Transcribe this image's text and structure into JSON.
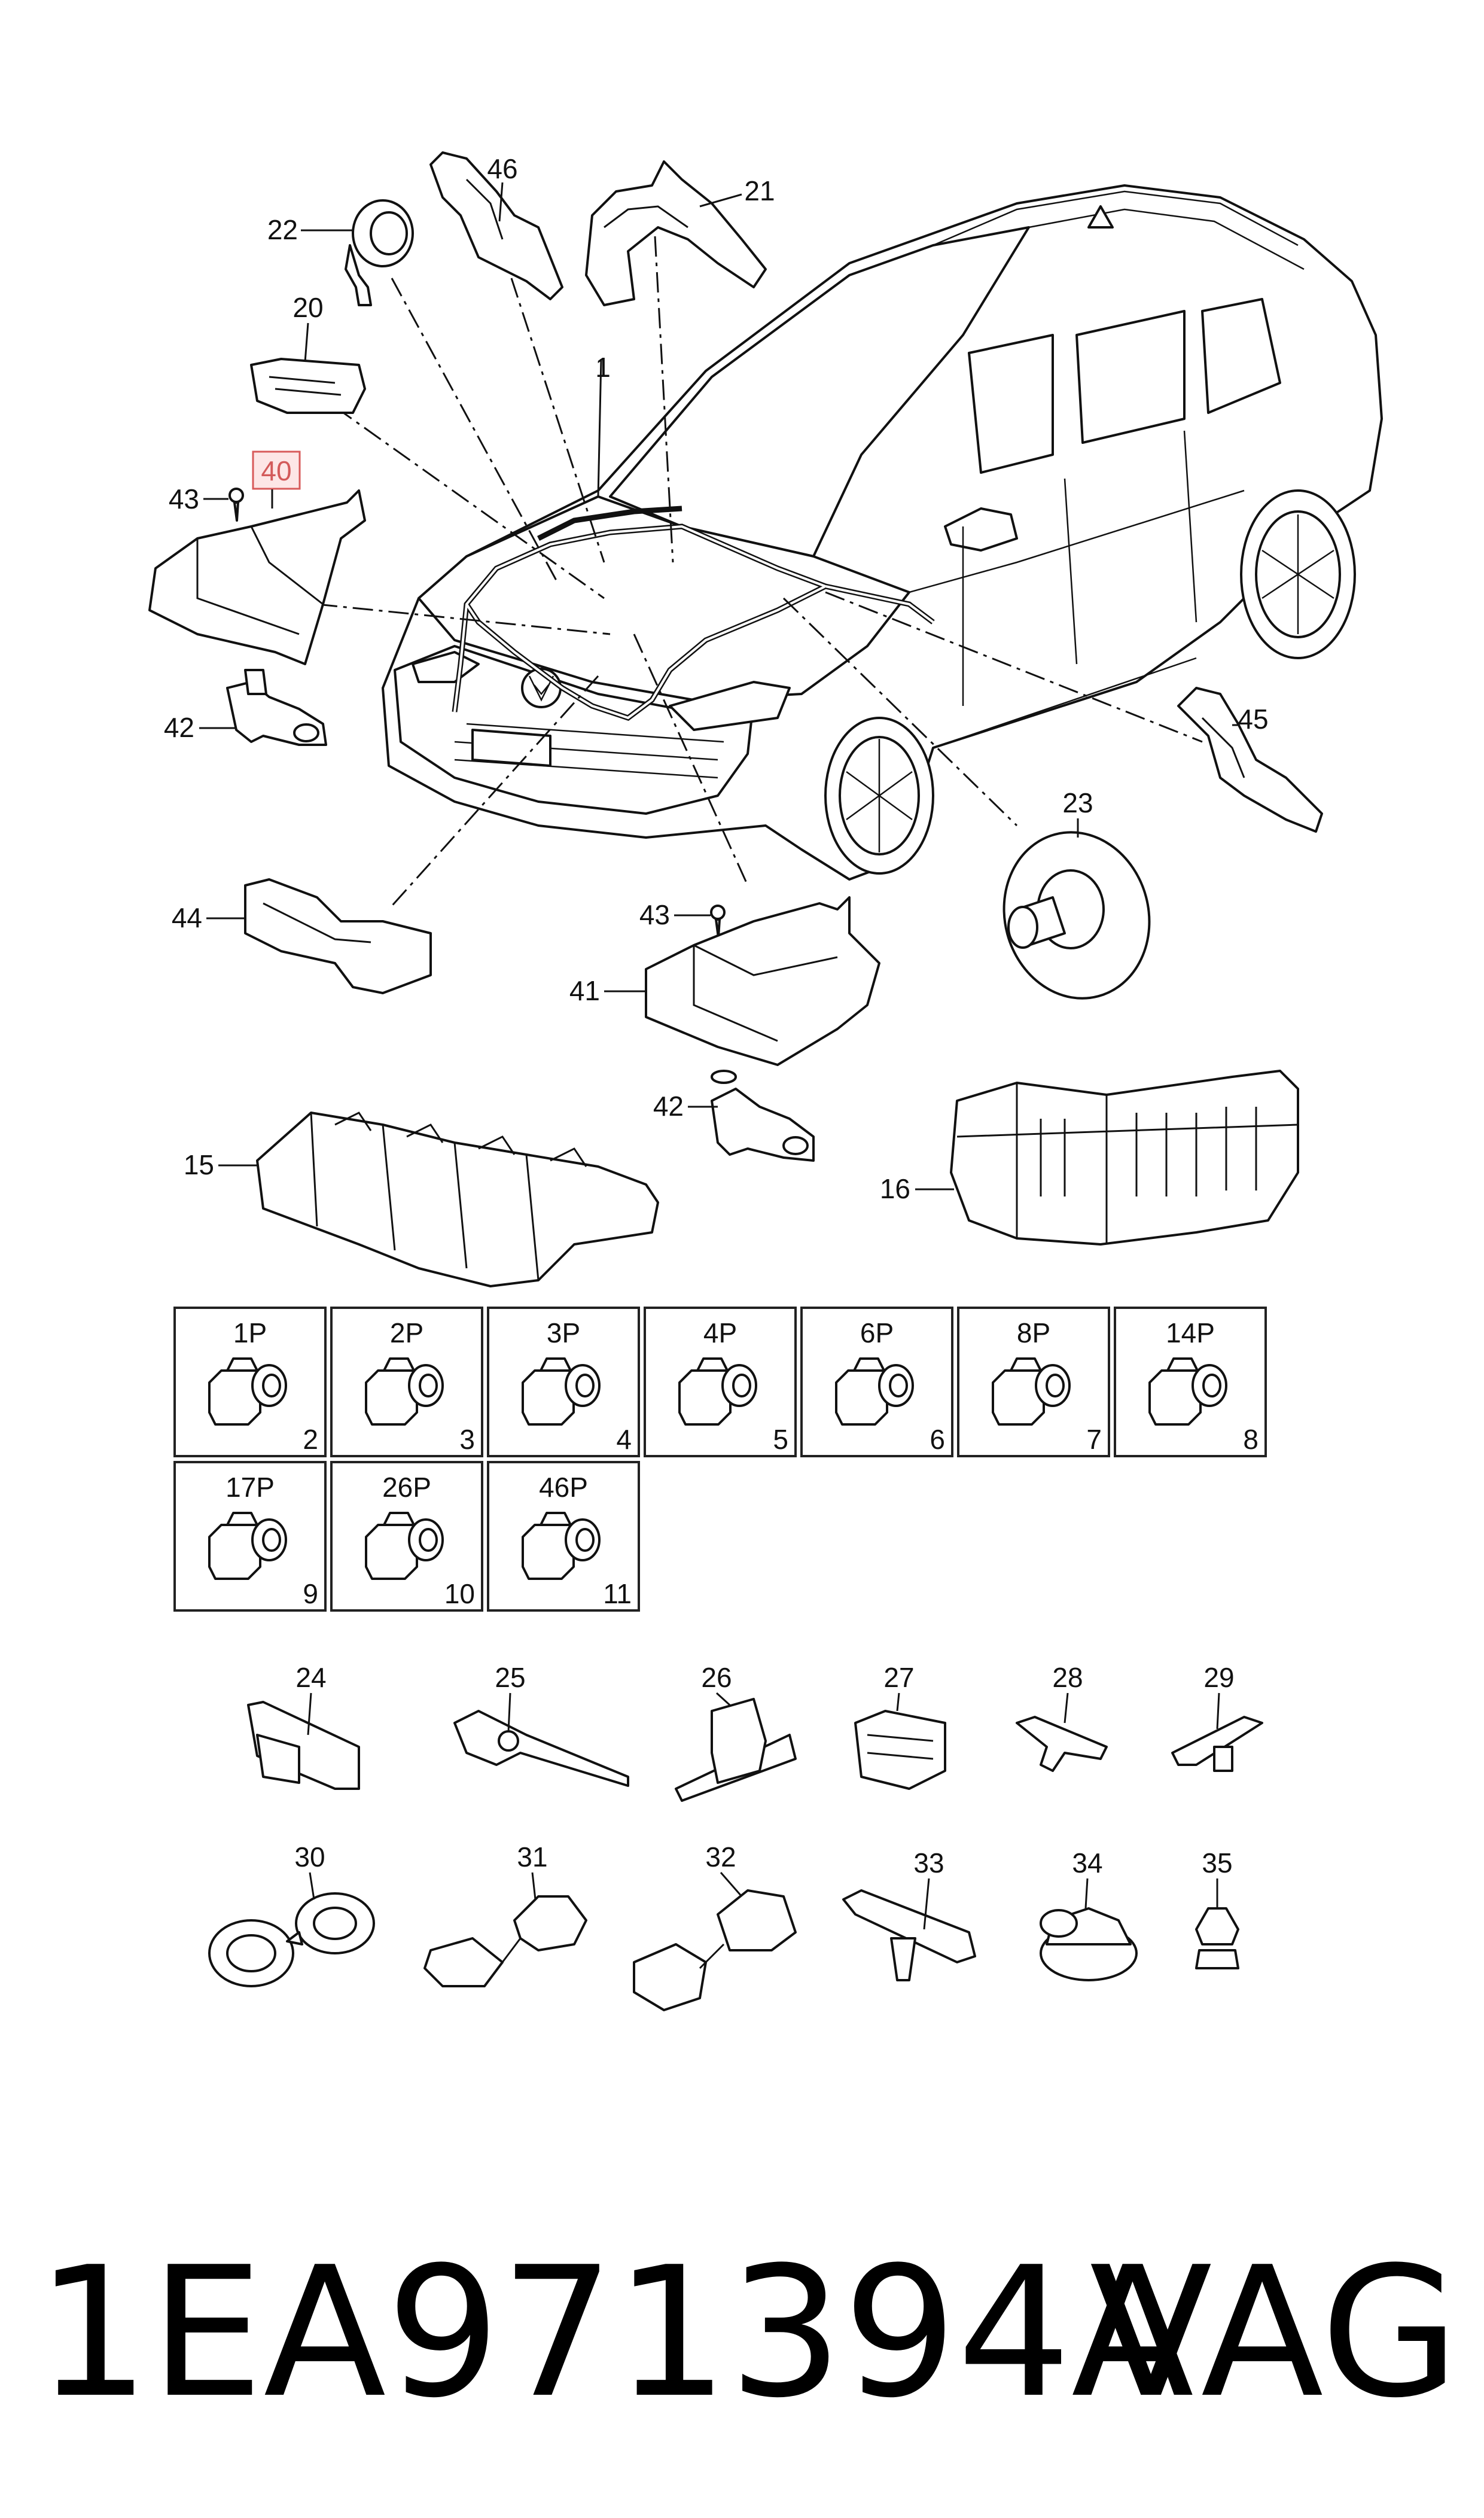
{
  "callouts": {
    "c1": "1",
    "c15": "15",
    "c16": "16",
    "c20": "20",
    "c21": "21",
    "c22": "22",
    "c23": "23",
    "c40": "40",
    "c41": "41",
    "c42a": "42",
    "c42b": "42",
    "c43a": "43",
    "c43b": "43",
    "c44": "44",
    "c45": "45",
    "c46": "46",
    "c24": "24",
    "c25": "25",
    "c26": "26",
    "c27": "27",
    "c28": "28",
    "c29": "29",
    "c30": "30",
    "c31": "31",
    "c32": "32",
    "c33": "33",
    "c34": "34",
    "c35": "35"
  },
  "highlighted_callout": "40",
  "connector_table": [
    {
      "pins": "1P",
      "ref": "2"
    },
    {
      "pins": "2P",
      "ref": "3"
    },
    {
      "pins": "3P",
      "ref": "4"
    },
    {
      "pins": "4P",
      "ref": "5"
    },
    {
      "pins": "6P",
      "ref": "6"
    },
    {
      "pins": "8P",
      "ref": "7"
    },
    {
      "pins": "14P",
      "ref": "8"
    },
    {
      "pins": "17P",
      "ref": "9"
    },
    {
      "pins": "26P",
      "ref": "10"
    },
    {
      "pins": "46P",
      "ref": "11"
    }
  ],
  "footer": {
    "part_number": "1EA971394A",
    "brand": "VAG"
  }
}
